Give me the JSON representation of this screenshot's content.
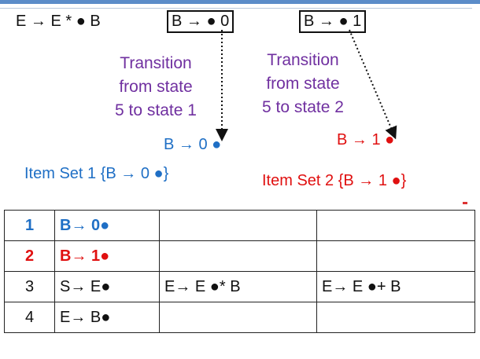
{
  "top_productions": {
    "left": "E → E * ● B",
    "middle": "B → ● 0",
    "right": "B → ● 1"
  },
  "transitions": {
    "left": {
      "text": "Transition\nfrom state\n5 to state 1",
      "result": "B → 0 ●"
    },
    "right": {
      "text": "Transition\nfrom state\n5 to state 2",
      "result": "B → 1 ●"
    }
  },
  "item_sets": {
    "set1": "Item Set 1 {B → 0 ●}",
    "set2": "Item Set 2 {B → 1 ●}"
  },
  "table": {
    "rows": [
      {
        "num": "1",
        "cells": [
          "B→ 0●",
          "",
          ""
        ],
        "style": "blue"
      },
      {
        "num": "2",
        "cells": [
          "B→ 1●",
          "",
          ""
        ],
        "style": "red"
      },
      {
        "num": "3",
        "cells": [
          "S→ E●",
          "E→ E ●* B",
          "E→ E ●+ B"
        ],
        "style": ""
      },
      {
        "num": "4",
        "cells": [
          "E→ B●",
          "",
          ""
        ],
        "style": ""
      }
    ]
  },
  "colors": {
    "purple": "#7030a0",
    "blue": "#1f6fc5",
    "red": "#e01010"
  }
}
